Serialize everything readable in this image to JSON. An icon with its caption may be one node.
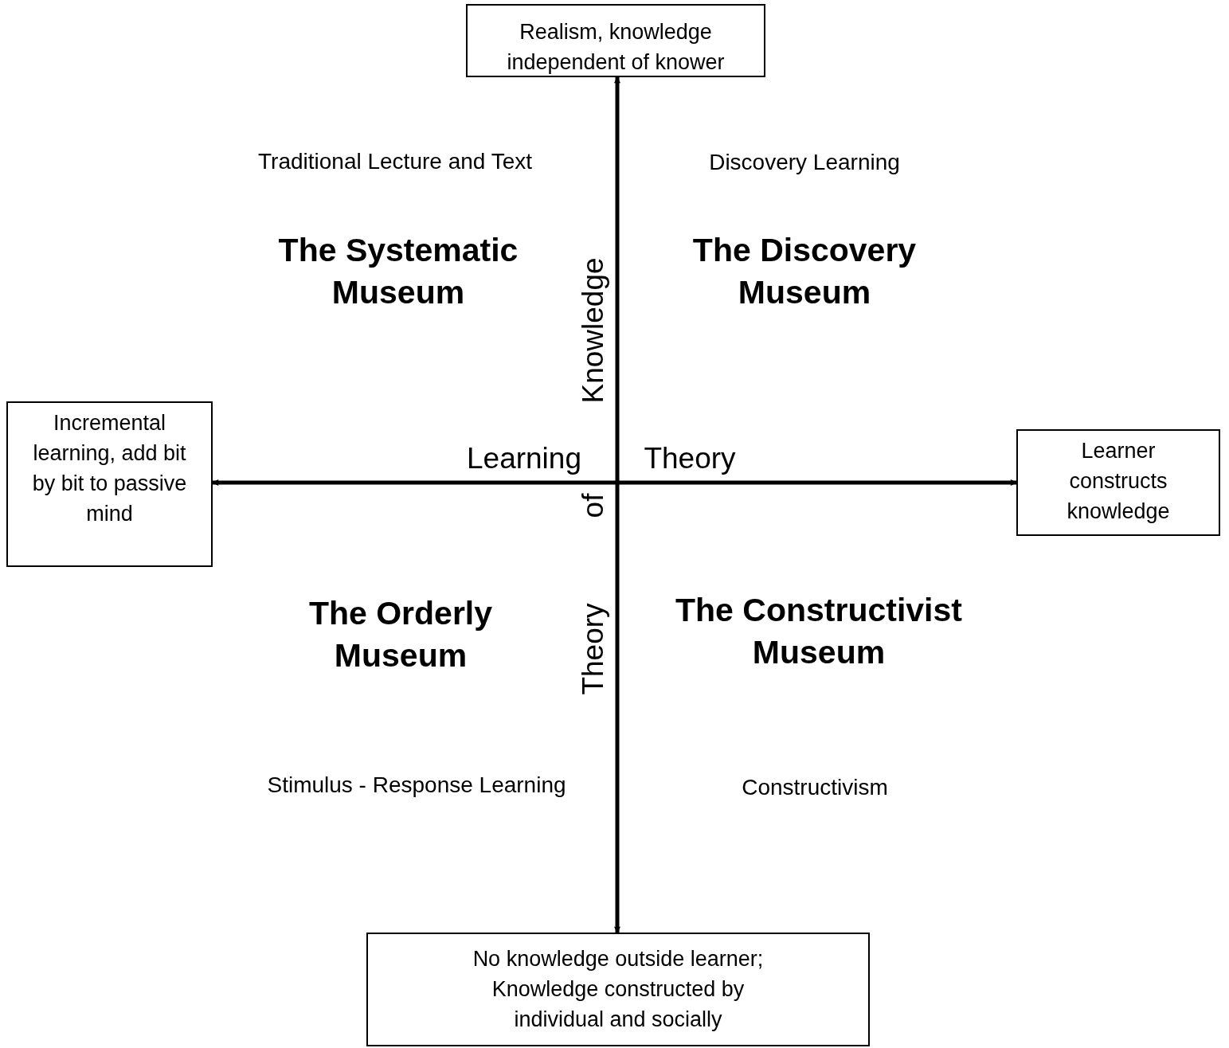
{
  "diagram": {
    "nodes": [
      {
        "text": [
          "Realism, knowledge independent of knower"
        ]
      },
      {
        "text": [
          "Incremental learning, add bit by bit to passive mind"
        ]
      },
      {
        "text": [
          "Learner constructs knowledge"
        ]
      },
      {
        "text": [
          "No knowledge outside learner; Knowledge constructed by individual and socially"
        ]
      }
    ],
    "edges": [
      {
        "from": 0,
        "to": 3,
        "arrow": "both"
      },
      {
        "from": 1,
        "to": 2,
        "arrow": "both"
      }
    ],
    "labels": [
      "Traditional Lecture and Text",
      "Discovery Learning",
      "The Systematic Museum",
      "Knowledge",
      "The Discovery Museum",
      "Learning",
      "Theory",
      "of",
      "The Orderly Museum",
      "Theory",
      "The Constructivist Museum",
      "Stimulus - Response Learning",
      "Constructivism"
    ]
  }
}
